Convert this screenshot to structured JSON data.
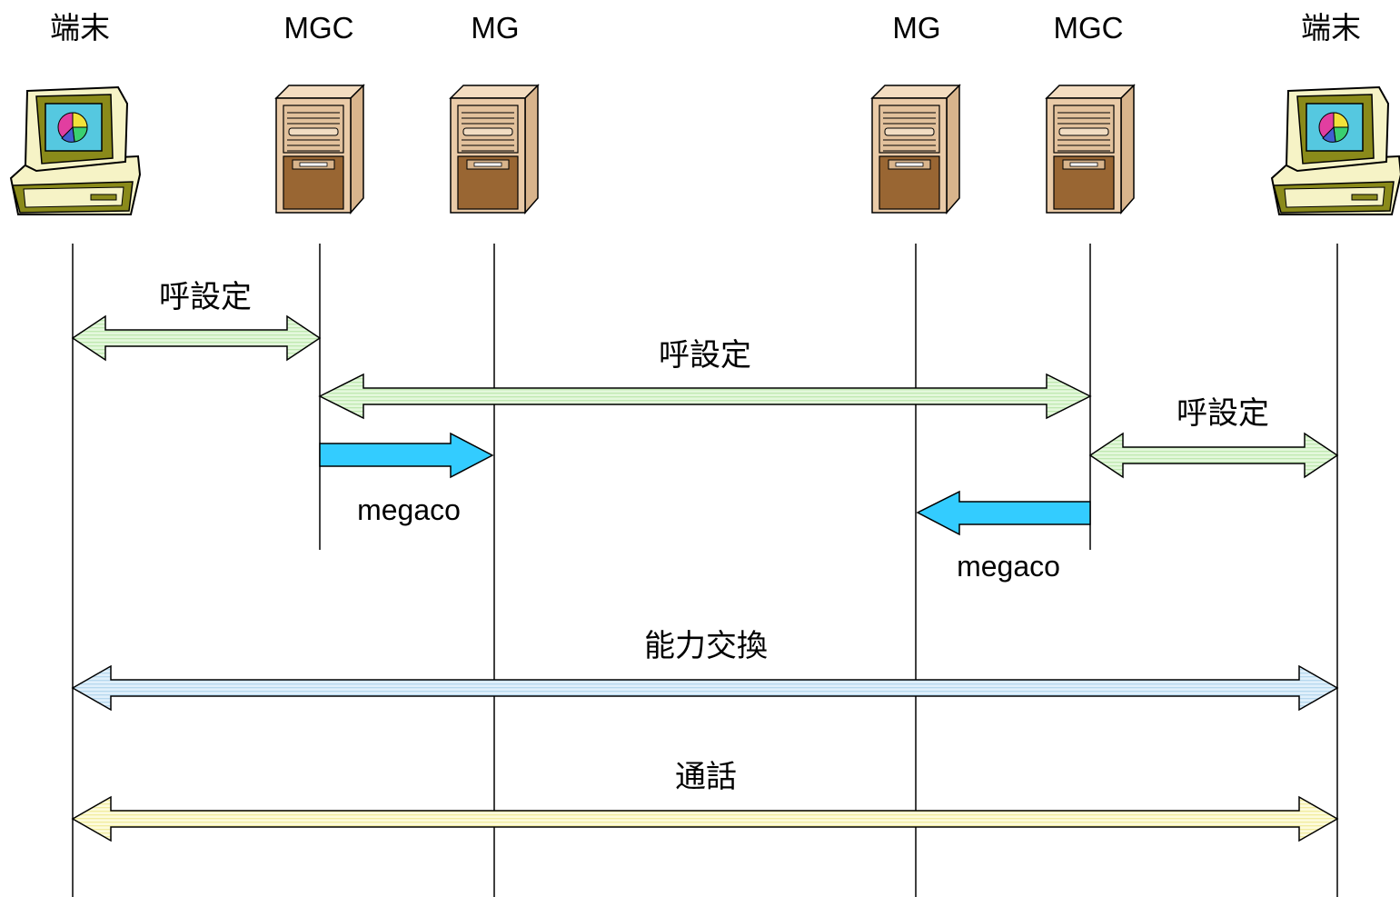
{
  "entities": [
    {
      "label": "端末",
      "kind": "terminal-icon"
    },
    {
      "label": "MGC",
      "kind": "server-icon"
    },
    {
      "label": "MG",
      "kind": "server-icon"
    },
    {
      "label": "MG",
      "kind": "server-icon"
    },
    {
      "label": "MGC",
      "kind": "server-icon"
    },
    {
      "label": "端末",
      "kind": "terminal-icon"
    }
  ],
  "messages": [
    {
      "label": "呼設定",
      "from": 0,
      "to": 1,
      "style": "double-arrow",
      "color": "#d9f5d0"
    },
    {
      "label": "呼設定",
      "from": 1,
      "to": 4,
      "style": "double-arrow",
      "color": "#d9f5d0"
    },
    {
      "label": "呼設定",
      "from": 4,
      "to": 5,
      "style": "double-arrow",
      "color": "#d9f5d0"
    },
    {
      "label": "megaco",
      "from": 1,
      "to": 2,
      "style": "single-arrow",
      "color": "#33ccff"
    },
    {
      "label": "megaco",
      "from": 4,
      "to": 3,
      "style": "single-arrow",
      "color": "#33ccff"
    },
    {
      "label": "能力交換",
      "from": 0,
      "to": 5,
      "style": "double-arrow",
      "color": "#cfe8f7"
    },
    {
      "label": "通話",
      "from": 0,
      "to": 5,
      "style": "double-arrow",
      "color": "#fbf8c8"
    }
  ],
  "colors": {
    "server_body": "#e8c9a6",
    "server_lower": "#996633",
    "terminal_body": "#8a8a1a",
    "terminal_cream": "#f6f3c6",
    "line": "#000000"
  }
}
